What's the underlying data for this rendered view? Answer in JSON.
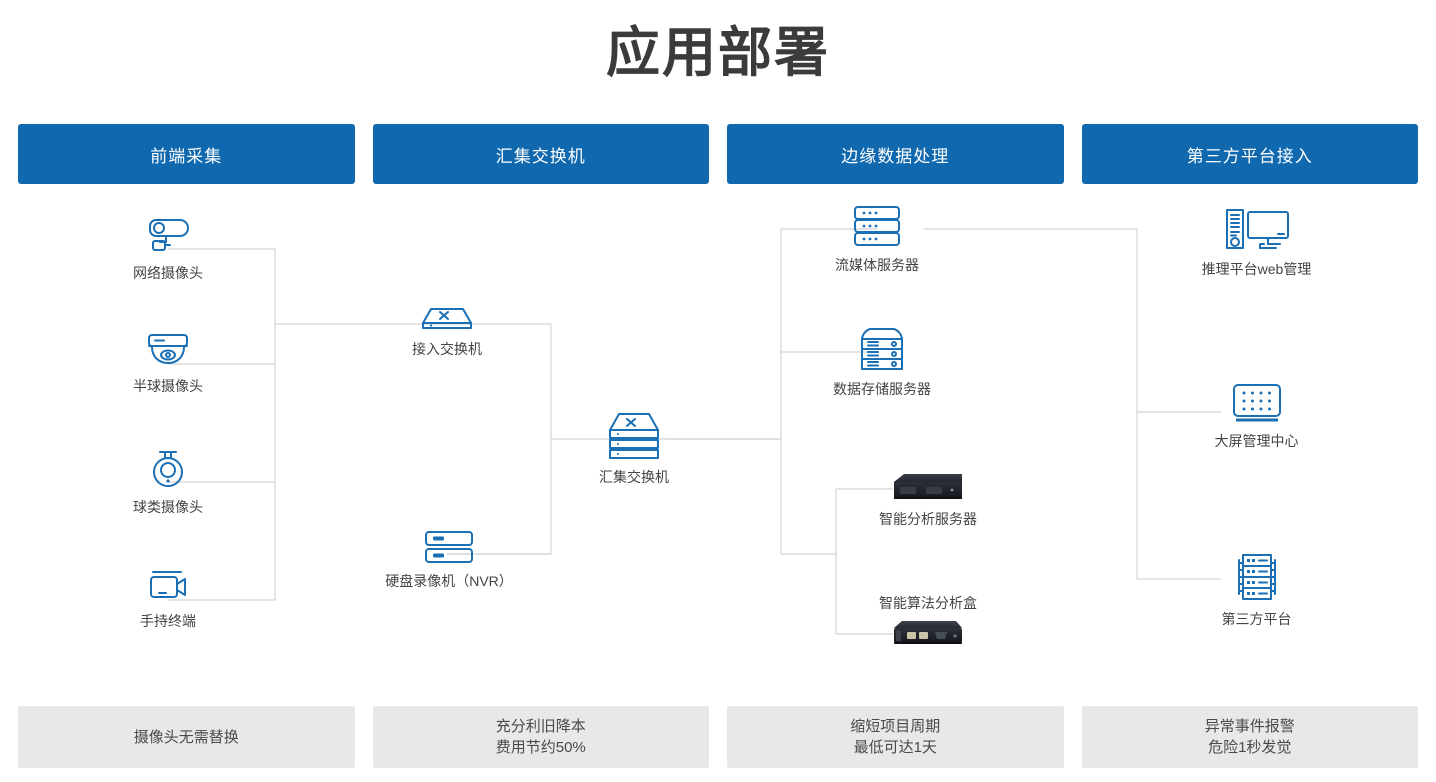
{
  "page": {
    "title": "应用部署",
    "accent_color": "#1068ae",
    "line_color": "#d0d0d0",
    "footer_bg": "#e8e8e8",
    "icon_color": "#1a6fb5"
  },
  "columns": [
    {
      "header": "前端采集",
      "footer_lines": [
        "摄像头无需替换"
      ]
    },
    {
      "header": "汇集交换机",
      "footer_lines": [
        "充分利旧降本",
        "费用节约50%"
      ]
    },
    {
      "header": "边缘数据处理",
      "footer_lines": [
        "缩短项目周期",
        "最低可达1天"
      ]
    },
    {
      "header": "第三方平台接入",
      "footer_lines": [
        "异常事件报警",
        "危险1秒发觉"
      ]
    }
  ],
  "nodes": {
    "ipcam": {
      "label": "网络摄像头",
      "icon": "bullet-camera-icon"
    },
    "domecam": {
      "label": "半球摄像头",
      "icon": "dome-camera-icon"
    },
    "ptzcam": {
      "label": "球类摄像头",
      "icon": "ptz-camera-icon"
    },
    "handheld": {
      "label": "手持终端",
      "icon": "handheld-camcorder-icon"
    },
    "accessw": {
      "label": "接入交换机",
      "icon": "switch-icon"
    },
    "nvr": {
      "label": "硬盘录像机（NVR）",
      "icon": "nvr-icon"
    },
    "aggsw": {
      "label": "汇集交换机",
      "icon": "stacked-switch-icon"
    },
    "streamsrv": {
      "label": "流媒体服务器",
      "icon": "rack-server-icon"
    },
    "storagesrv": {
      "label": "数据存储服务器",
      "icon": "storage-server-icon"
    },
    "aisrv": {
      "label": "智能分析服务器",
      "icon": "rack-appliance-photo"
    },
    "aibox": {
      "label": "智能算法分析盒",
      "icon": "edge-box-photo"
    },
    "webmgmt": {
      "label": "推理平台web管理",
      "icon": "desktop-pc-icon"
    },
    "videowall": {
      "label": "大屏管理中心",
      "icon": "video-wall-icon"
    },
    "thirdparty": {
      "label": "第三方平台",
      "icon": "server-cluster-icon"
    }
  }
}
